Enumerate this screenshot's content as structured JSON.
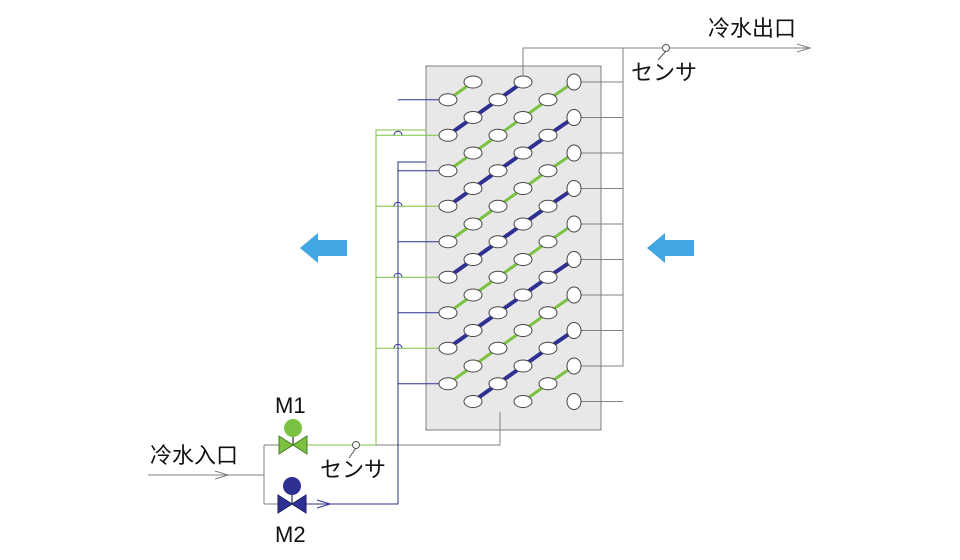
{
  "labels": {
    "outlet": "冷水出口",
    "inlet": "冷水入口",
    "sensor_top": "センサ",
    "sensor_bottom": "センサ",
    "valve1": "M1",
    "valve2": "M2"
  },
  "colors": {
    "green": "#7cc242",
    "blue": "#2e3192",
    "gray_line": "#808080",
    "coil_fill": "#e8e8e8",
    "arrow": "#41a6e1",
    "valve_green": "#7cc242",
    "valve_blue": "#2e3192"
  },
  "icons": {
    "airflow_in": "airflow-arrow-left-icon",
    "airflow_out": "airflow-arrow-left-icon",
    "valve": "two-way-valve-icon",
    "sensor": "temperature-sensor-icon"
  }
}
